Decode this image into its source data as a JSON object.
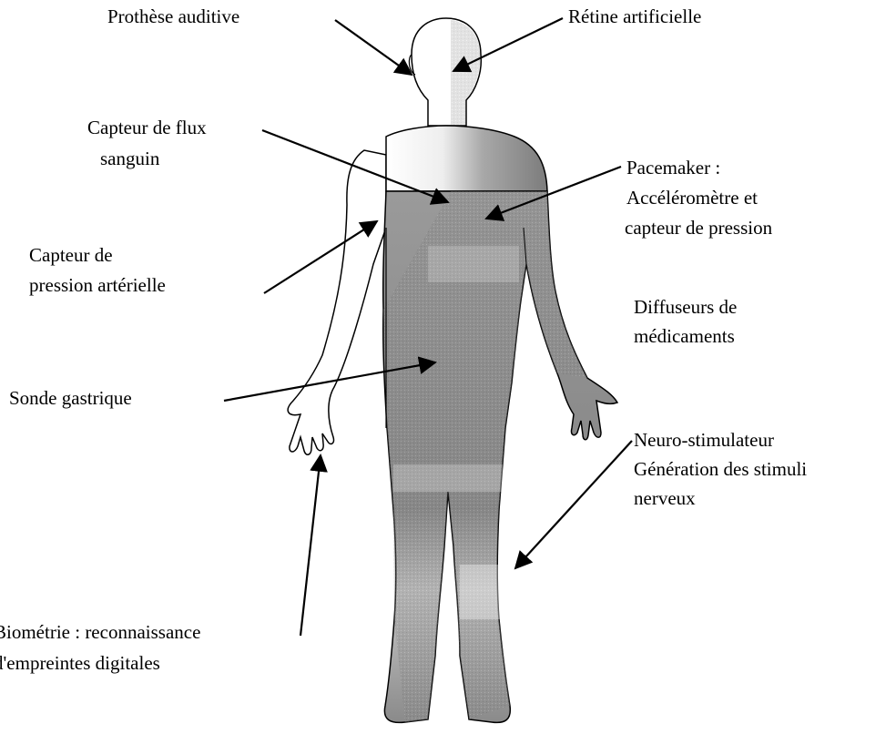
{
  "labels": {
    "prothese_auditive": "Prothèse  auditive",
    "retine_artificielle": "Rétine  artificielle",
    "capteur_flux": [
      "Capteur de flux",
      "sanguin"
    ],
    "pacemaker": [
      "Pacemaker  :",
      "Accéléromètre et",
      "capteur de pression"
    ],
    "capteur_pression": [
      "Capteur de",
      "pression  artérielle"
    ],
    "diffuseurs": [
      "Diffuseurs de",
      "médicaments"
    ],
    "sonde_gastrique": "Sonde  gastrique",
    "neuro_stimulateur": [
      "Neuro-stimulateur",
      "Génération   des stimuli",
      "nerveux"
    ],
    "biometrie": [
      "Biométrie  : reconnaissance",
      "d'empreintes   digitales"
    ]
  },
  "colors": {
    "ink": "#000000",
    "shade_light": "#d9d9d9",
    "shade_dark": "#7a7a7a",
    "background": "#ffffff"
  }
}
